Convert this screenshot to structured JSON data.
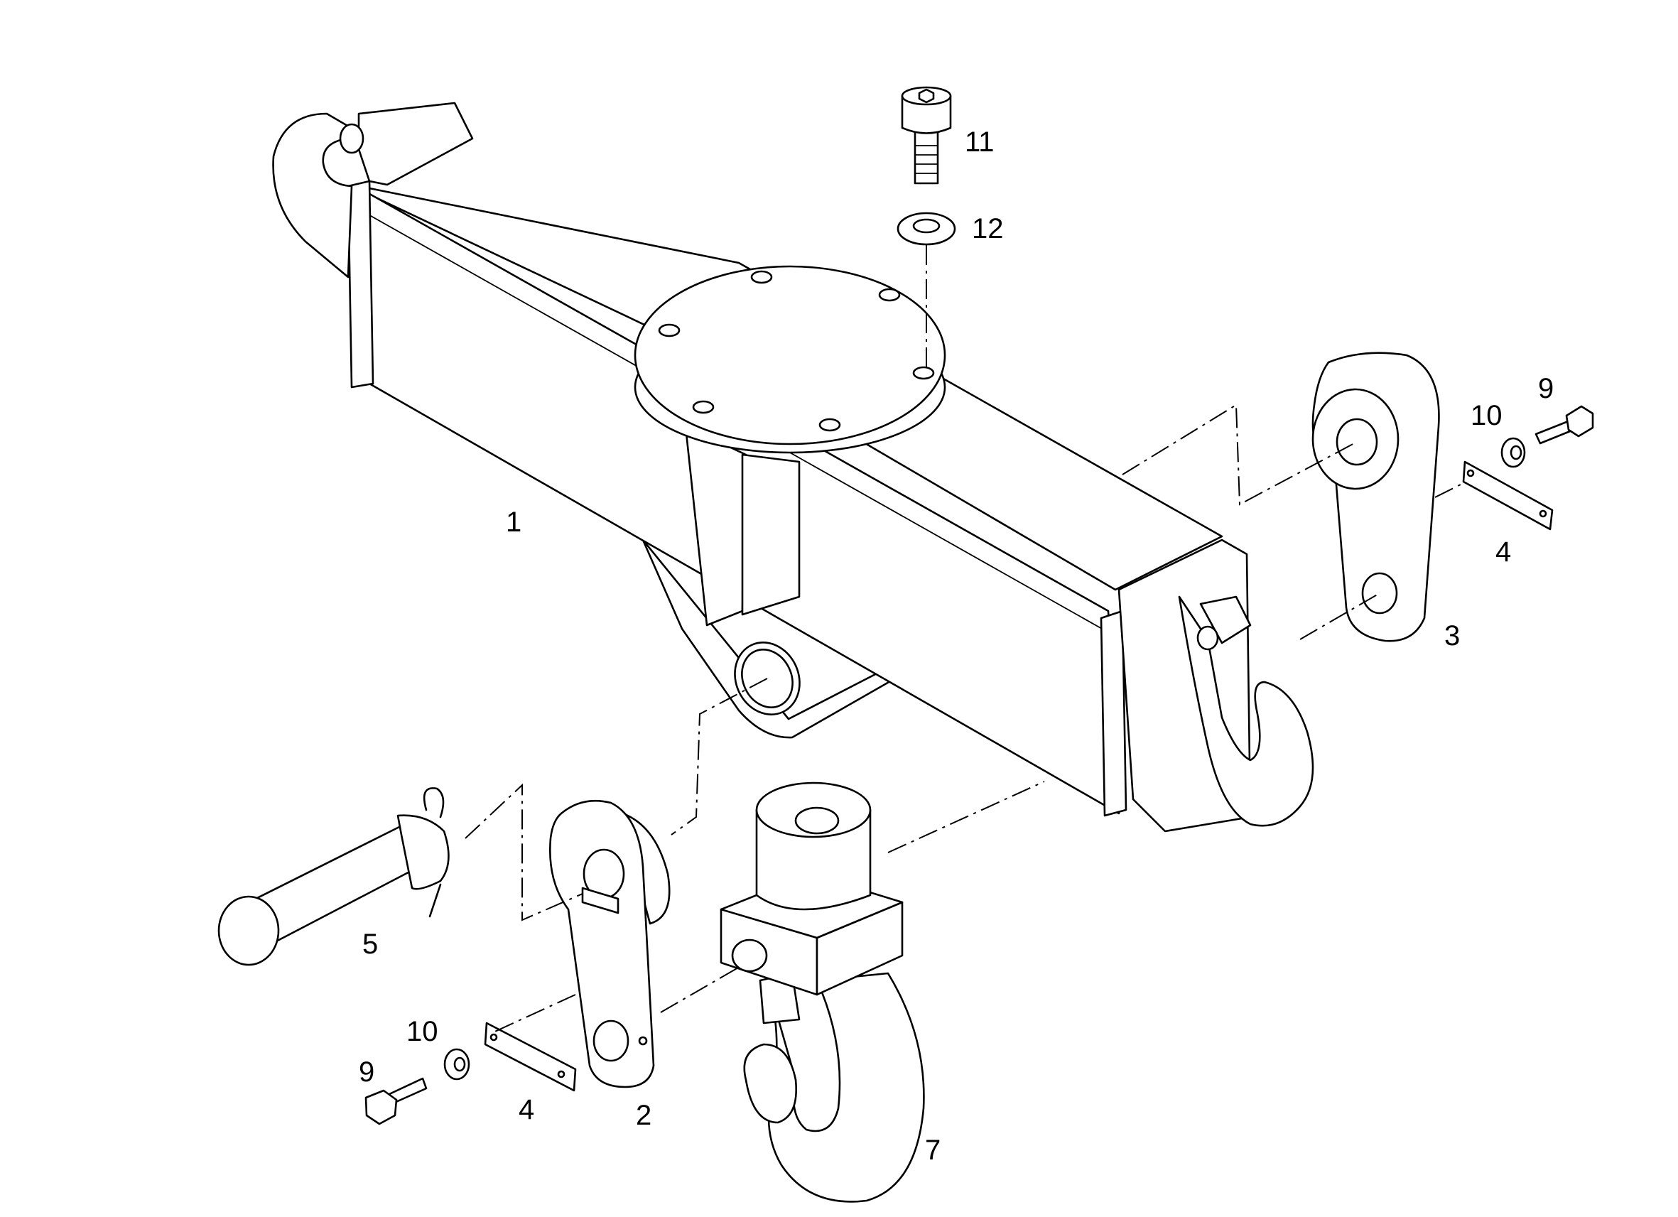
{
  "callouts": [
    {
      "id": "1",
      "text": "1"
    },
    {
      "id": "2",
      "text": "2"
    },
    {
      "id": "3",
      "text": "3"
    },
    {
      "id": "4a",
      "text": "4"
    },
    {
      "id": "4b",
      "text": "4"
    },
    {
      "id": "5",
      "text": "5"
    },
    {
      "id": "7",
      "text": "7"
    },
    {
      "id": "9a",
      "text": "9"
    },
    {
      "id": "9b",
      "text": "9"
    },
    {
      "id": "10a",
      "text": "10"
    },
    {
      "id": "10b",
      "text": "10"
    },
    {
      "id": "11",
      "text": "11"
    },
    {
      "id": "12",
      "text": "12"
    }
  ]
}
